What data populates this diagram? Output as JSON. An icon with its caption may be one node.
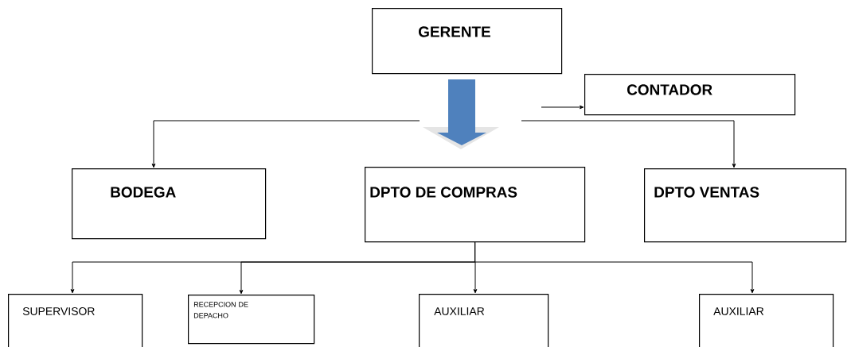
{
  "diagram": {
    "nodes": [
      {
        "text": [
          "GERENTE"
        ]
      },
      {
        "text": [
          "CONTADOR"
        ]
      },
      {
        "text": [
          "BODEGA"
        ]
      },
      {
        "text": [
          "DPTO DE COMPRAS"
        ]
      },
      {
        "text": [
          "DPTO VENTAS"
        ]
      },
      {
        "text": [
          "SUPERVISOR"
        ]
      },
      {
        "text": [
          "RECEPCION DE DEPACHO"
        ]
      },
      {
        "text": [
          "AUXILIAR"
        ]
      },
      {
        "text": [
          "AUXILIAR"
        ]
      }
    ],
    "edges": [
      {
        "from": 0,
        "to": 3,
        "arrow": "to",
        "color": "#4f81bd"
      },
      {
        "from": 0,
        "to": 2,
        "arrow": "to"
      },
      {
        "from": 0,
        "to": 4,
        "arrow": "to"
      },
      {
        "from": null,
        "to": 1,
        "arrow": "to"
      },
      {
        "from": 3,
        "to": 5,
        "arrow": "to"
      },
      {
        "from": 3,
        "to": 6,
        "arrow": "to"
      },
      {
        "from": 3,
        "to": 7,
        "arrow": "to"
      },
      {
        "from": 3,
        "to": 8,
        "arrow": "to"
      }
    ]
  }
}
